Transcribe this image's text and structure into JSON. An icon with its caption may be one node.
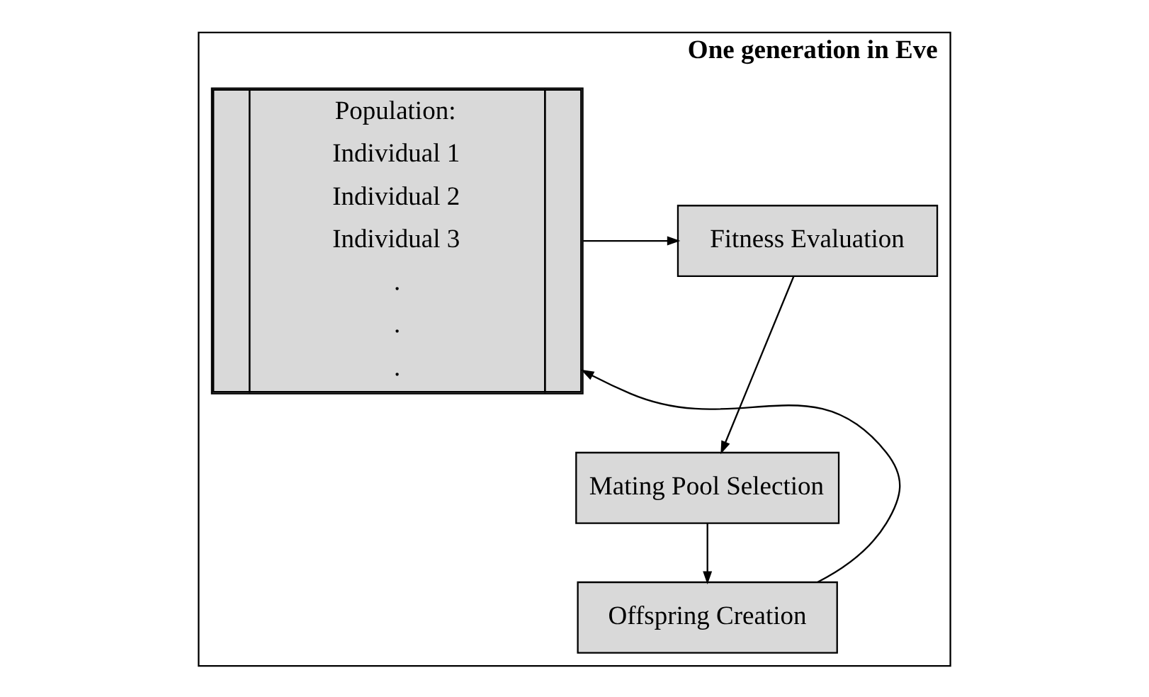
{
  "diagram": {
    "nodes": [
      {
        "text": [
          "One generation in Eve"
        ]
      },
      {
        "text": [
          "Population:",
          "Individual 1",
          "Individual 2",
          "Individual 3",
          ".",
          ".",
          "."
        ],
        "in": 0
      },
      {
        "text": [
          "Fitness Evaluation"
        ],
        "in": 0
      },
      {
        "text": [
          "Mating Pool Selection"
        ],
        "in": 0
      },
      {
        "text": [
          "Offspring Creation"
        ],
        "in": 0
      }
    ],
    "edges": [
      {
        "from": 1,
        "to": 2,
        "arrow": "to"
      },
      {
        "from": 2,
        "to": 3,
        "arrow": "to"
      },
      {
        "from": 3,
        "to": 4,
        "arrow": "to"
      },
      {
        "from": 4,
        "to": 1,
        "arrow": "to"
      }
    ]
  }
}
